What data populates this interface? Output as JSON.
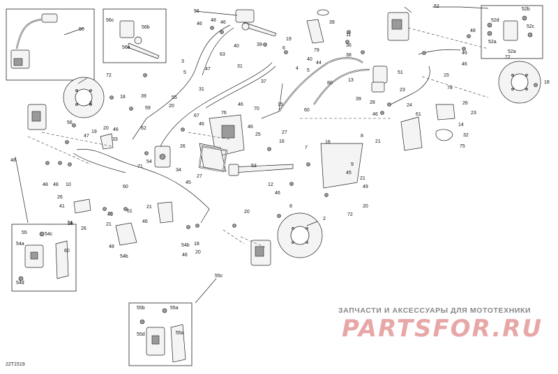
{
  "diagram": {
    "code": "22T1519",
    "callouts": [
      "56",
      "48",
      "46",
      "39",
      "19",
      "52",
      "11",
      "48",
      "50",
      "56c",
      "56b",
      "56a",
      "6",
      "39",
      "79",
      "36",
      "52b",
      "52d",
      "52c",
      "52a",
      "52a",
      "38",
      "46",
      "63",
      "31",
      "5",
      "40",
      "44",
      "51",
      "15",
      "46",
      "72",
      "3",
      "47",
      "4",
      "5",
      "80",
      "13",
      "39",
      "78",
      "72",
      "18",
      "39",
      "31",
      "37",
      "28",
      "23",
      "18",
      "2",
      "59",
      "55",
      "67",
      "76",
      "46",
      "70",
      "46",
      "15",
      "24",
      "26",
      "23",
      "46",
      "61",
      "14",
      "32",
      "75",
      "20",
      "46",
      "62",
      "46",
      "26",
      "19",
      "25",
      "27",
      "16",
      "7",
      "16",
      "8",
      "21",
      "47",
      "56",
      "46",
      "40",
      "60",
      "18",
      "61",
      "20",
      "33",
      "53",
      "9",
      "54",
      "48",
      "48",
      "48",
      "10",
      "71",
      "34",
      "27",
      "12",
      "46",
      "45",
      "21",
      "26",
      "41",
      "45",
      "49",
      "20",
      "60",
      "74",
      "21",
      "46",
      "18",
      "8",
      "72",
      "2",
      "20",
      "26",
      "21",
      "20",
      "46",
      "54b",
      "54d",
      "54c",
      "54a",
      "60",
      "48",
      "46",
      "20",
      "54b",
      "55",
      "55c",
      "55a",
      "55b",
      "55d",
      "55a"
    ]
  },
  "watermark": {
    "caption": "ЗАПЧАСТИ И АКСЕССУАРЫ ДЛЯ МОТОТЕХНИКИ",
    "logo": "PARTSFOR.RU"
  }
}
